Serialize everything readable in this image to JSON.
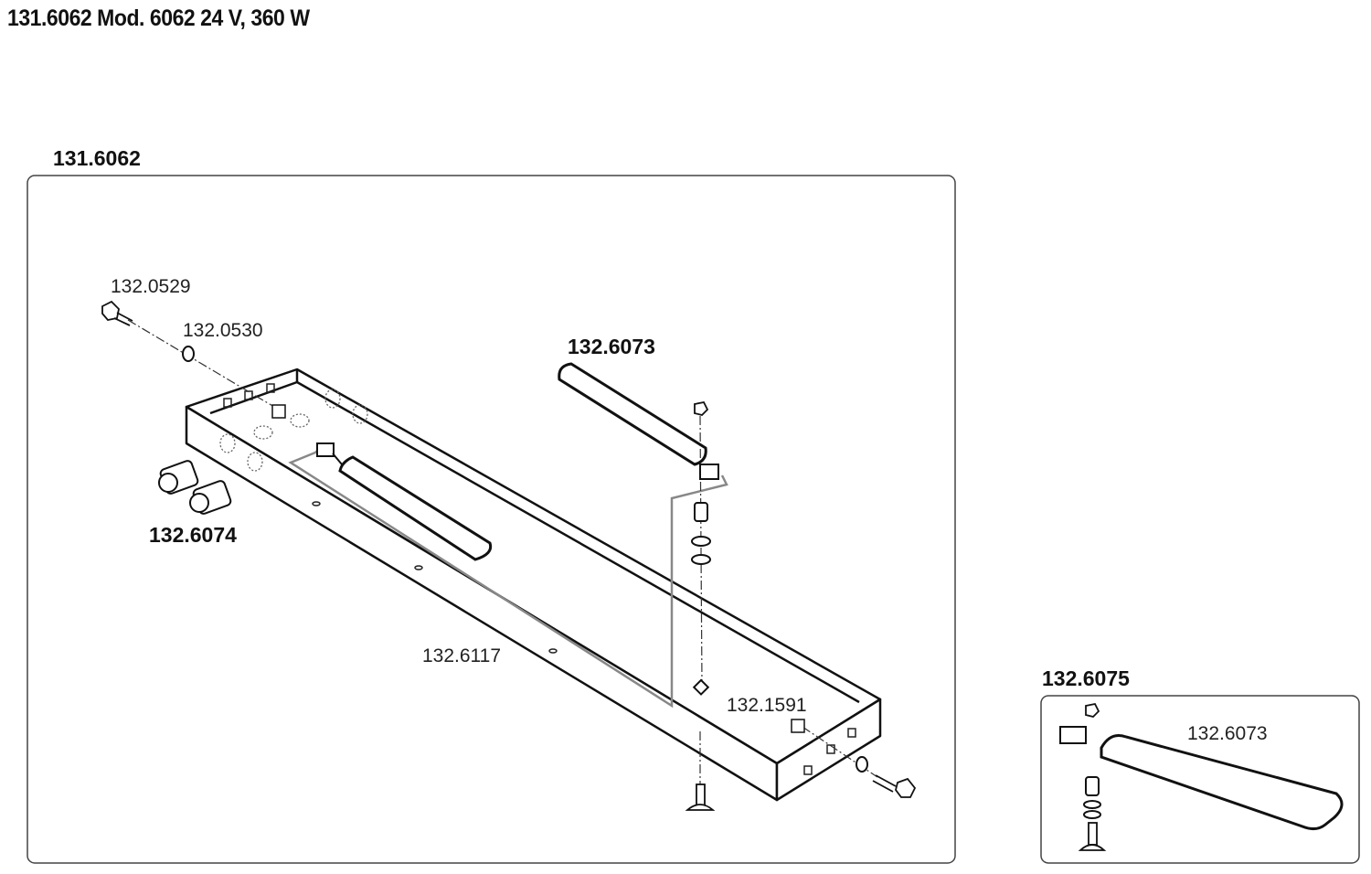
{
  "title": "131.6062 Mod. 6062 24 V, 360 W",
  "main_assembly": {
    "label": "131.6062",
    "parts": {
      "screw_top": "132.0529",
      "washer_top": "132.0530",
      "heating_element": "132.6073",
      "cable_glands": "132.6074",
      "wire": "132.6117",
      "clip_nut": "132.1591"
    }
  },
  "detail_assembly": {
    "label": "132.6075",
    "parts": {
      "heating_element": "132.6073"
    }
  }
}
